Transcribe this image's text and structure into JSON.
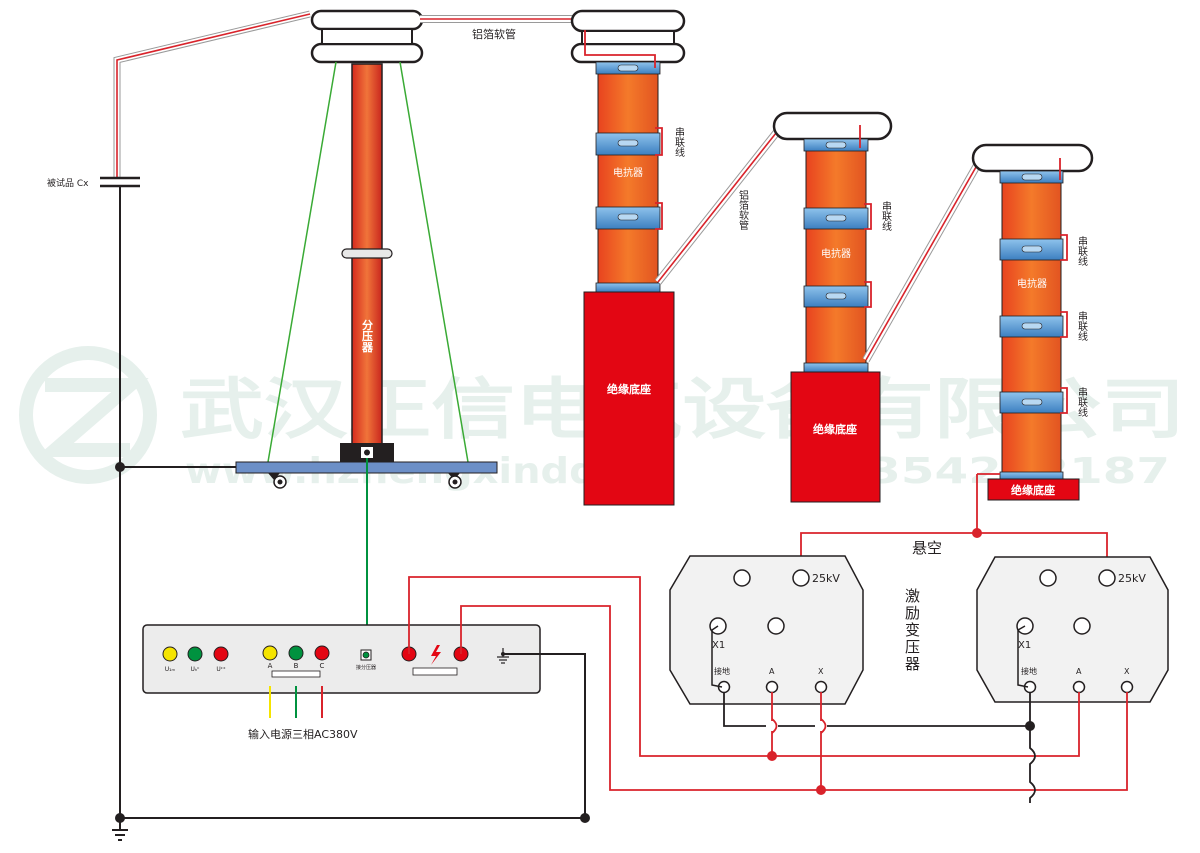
{
  "watermark": {
    "company": "武汉正信电气设备有限公司",
    "web": "www.hzhengxindq.cn",
    "phone": "17354202187"
  },
  "labels": {
    "foil_hose_top": "铝箔软管",
    "foil_hose_mid": "铝箔软管",
    "test_object": "被试品 Cx",
    "divider": "分压器",
    "series_wire": "串联线",
    "reactor": "电抗器",
    "insulating_base": "绝缘底座",
    "suspended": "悬空",
    "exciter": "激励变压器",
    "terminal_25kv": "25kV",
    "terminal_x1": "X1",
    "terminal_ground": "接地",
    "terminal_a": "A",
    "terminal_x": "X",
    "power_input": "输入电源三相AC380V"
  },
  "panel": {
    "lamp_labels": [
      "U₁ₘ",
      "Uₕᶜ",
      "Uᶜˣ"
    ],
    "phase_labels": [
      "A",
      "B",
      "C"
    ],
    "divider_port": "接分压器"
  },
  "colors": {
    "lead_red": "#d9232b",
    "column_orange": "#f26522",
    "base_red": "#e30613",
    "ring_blue": "#5b9bd5",
    "signal_green": "#00923f",
    "yellow": "#f5e400",
    "wire_black": "#231f20"
  }
}
